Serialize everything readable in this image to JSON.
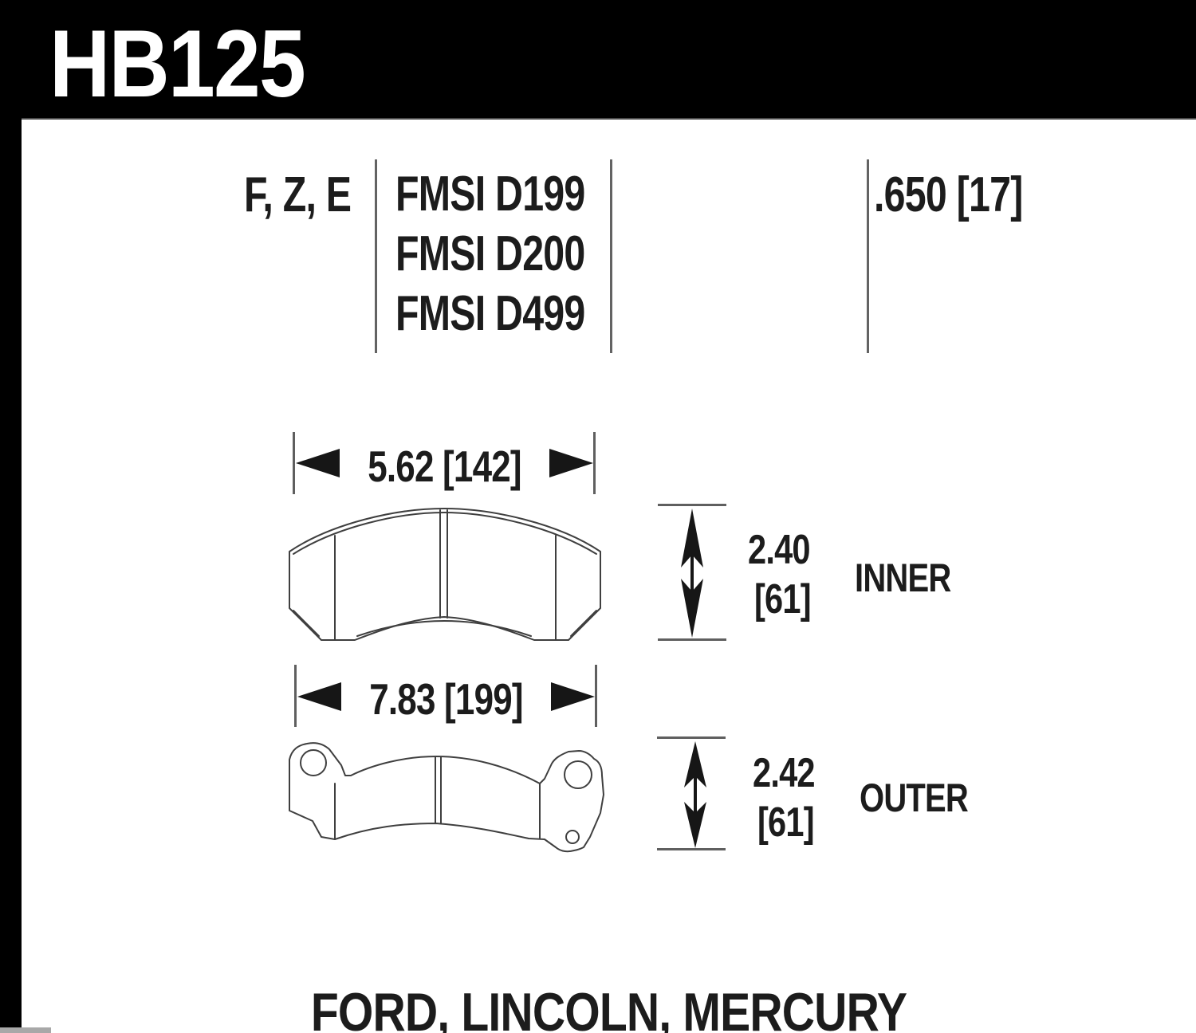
{
  "banner": {
    "part_number": "HB125"
  },
  "spec_table": {
    "compounds": "F, Z, E",
    "fmsi": [
      "FMSI D199",
      "FMSI D200",
      "FMSI D499"
    ],
    "thickness": ".650 [17]"
  },
  "inner": {
    "width": "5.62 [142]",
    "height": "2.40",
    "height_mm": "[61]",
    "label": "INNER"
  },
  "outer": {
    "width": "7.83 [199]",
    "height": "2.42",
    "height_mm": "[61]",
    "label": "OUTER"
  },
  "footer": {
    "applications": "FORD, LINCOLN, MERCURY"
  },
  "icons": {
    "dimension_arrow_left": "left-triangle",
    "dimension_arrow_right": "right-triangle",
    "dimension_arrow_vertical": "double-headed-vertical-arrow"
  },
  "colors": {
    "banner_background": "#000000",
    "banner_text": "#ffffff",
    "ink": "#1c1c1c",
    "divider_gray": "#636363",
    "tick_gray": "#5f5f5f",
    "drawing_outline": "#3f3f3f",
    "page_background": "#ffffff"
  }
}
